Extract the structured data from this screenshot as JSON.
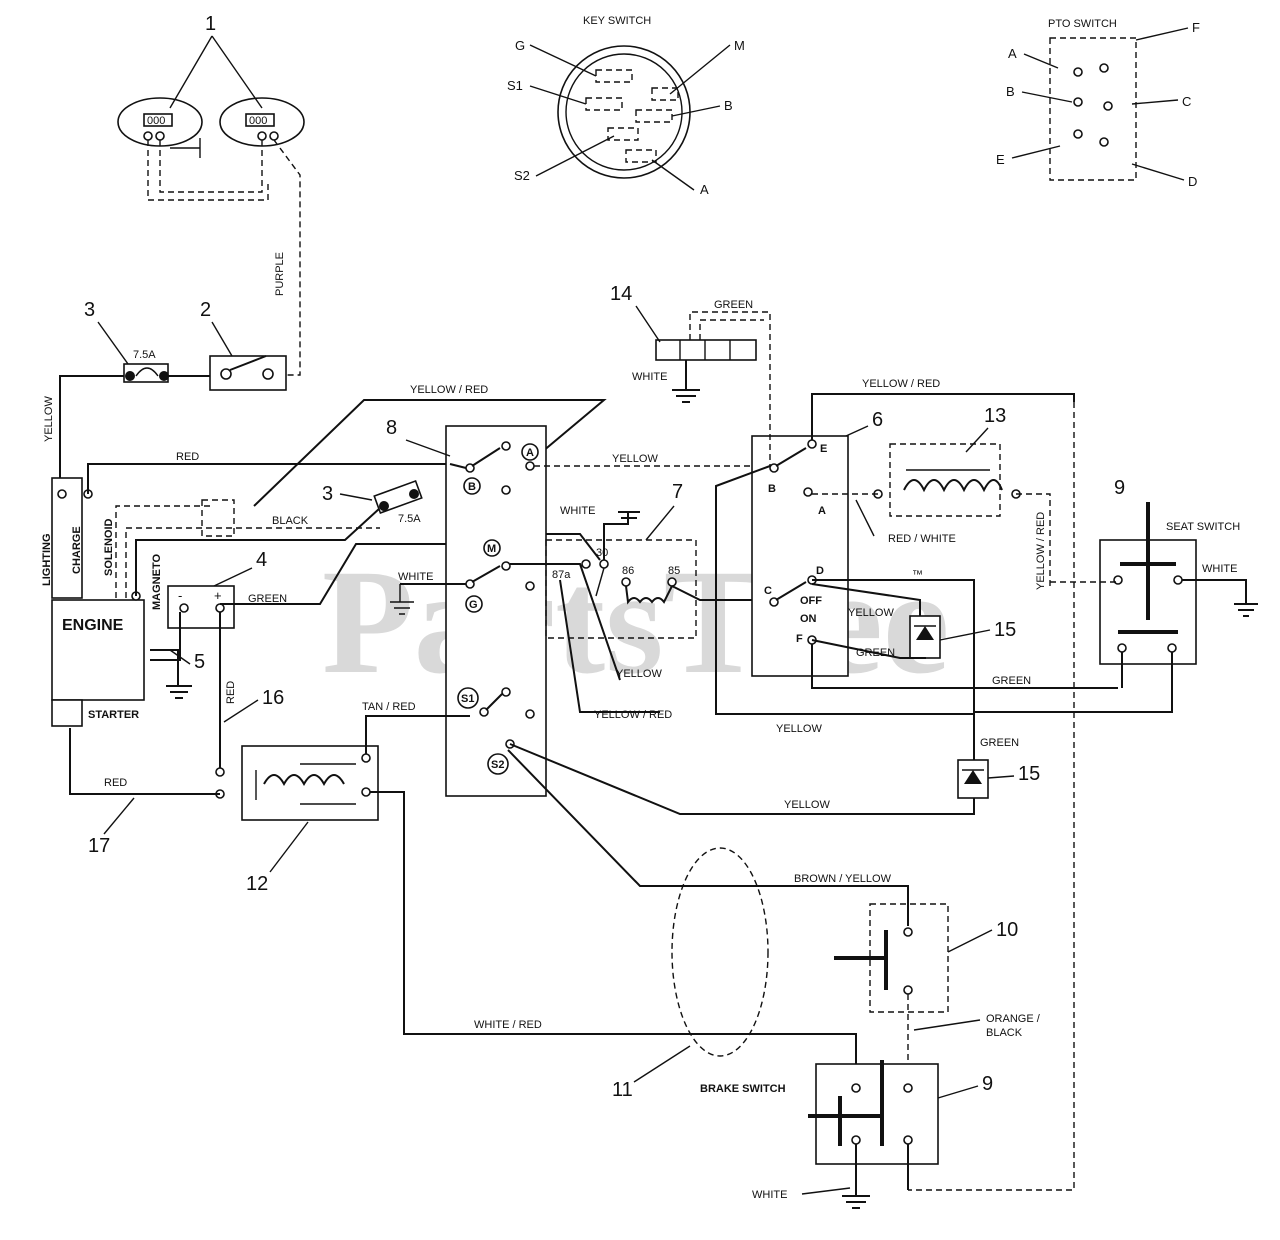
{
  "watermark": {
    "text": "PartsTree",
    "tm": "™"
  },
  "callouts": {
    "c1": "1",
    "c2": "2",
    "c3a": "3",
    "c3b": "3",
    "c4": "4",
    "c5": "5",
    "c6": "6",
    "c7": "7",
    "c8": "8",
    "c9a": "9",
    "c9b": "9",
    "c10": "10",
    "c11": "11",
    "c12": "12",
    "c13": "13",
    "c14": "14",
    "c15a": "15",
    "c15b": "15",
    "c16": "16",
    "c17": "17"
  },
  "key_switch": {
    "title": "KEY SWITCH",
    "terminals": {
      "g": "G",
      "m": "M",
      "s1": "S1",
      "b": "B",
      "s2": "S2",
      "a": "A"
    }
  },
  "pto_switch": {
    "title": "PTO SWITCH",
    "terminals": {
      "a": "A",
      "b": "B",
      "c": "C",
      "d": "D",
      "e": "E",
      "f": "F"
    }
  },
  "headlights": {
    "left_code": "000",
    "right_code": "000"
  },
  "fuse": {
    "rating_top": "7.5A",
    "rating_mid": "7.5A"
  },
  "engine": {
    "label": "ENGINE",
    "starter": "STARTER",
    "leads": {
      "lighting": "LIGHTING",
      "charge": "CHARGE",
      "solenoid": "SOLENOID",
      "magneto": "MAGNETO"
    }
  },
  "diode_bridge": {
    "minus": "-",
    "plus": "+"
  },
  "key_block": {
    "pins": {
      "a": "A",
      "b": "B",
      "m": "M",
      "g": "G",
      "s1": "S1",
      "s2": "S2"
    }
  },
  "relay": {
    "p30": "30",
    "p87a": "87a",
    "p86": "86",
    "p85": "85"
  },
  "pto_block": {
    "pins": {
      "e": "E",
      "b": "B",
      "a": "A",
      "d": "D",
      "c": "C",
      "off": "OFF",
      "on": "ON",
      "f": "F"
    }
  },
  "seat_switch": {
    "label": "SEAT SWITCH"
  },
  "brake_switch": {
    "label": "BRAKE SWITCH"
  },
  "wires": {
    "purple": "PURPLE",
    "yellow_left": "YELLOW",
    "yellow_red_top": "YELLOW / RED",
    "red_top": "RED",
    "yellow_mid": "YELLOW",
    "black": "BLACK",
    "white_relay": "WHITE",
    "white_key": "WHITE",
    "green_bridge": "GREEN",
    "green_14": "GREEN",
    "white_14": "WHITE",
    "yellow_red_pto": "YELLOW / RED",
    "red_white": "RED / WHITE",
    "yellow_red_vert": "YELLOW / RED",
    "white_seat": "WHITE",
    "yellow_diode": "YELLOW",
    "green_diode": "GREEN",
    "yellow_relay": "YELLOW",
    "yellow_red_relay": "YELLOW / RED",
    "green_seat": "GREEN",
    "yellow_lower": "YELLOW",
    "green_15": "GREEN",
    "yellow_s2": "YELLOW",
    "red_16": "RED",
    "tan_red": "TAN / RED",
    "red_17": "RED",
    "brown_yellow": "BROWN / YELLOW",
    "orange_black_1": "ORANGE /",
    "orange_black_2": "BLACK",
    "white_red": "WHITE / RED",
    "white_brake": "WHITE"
  }
}
